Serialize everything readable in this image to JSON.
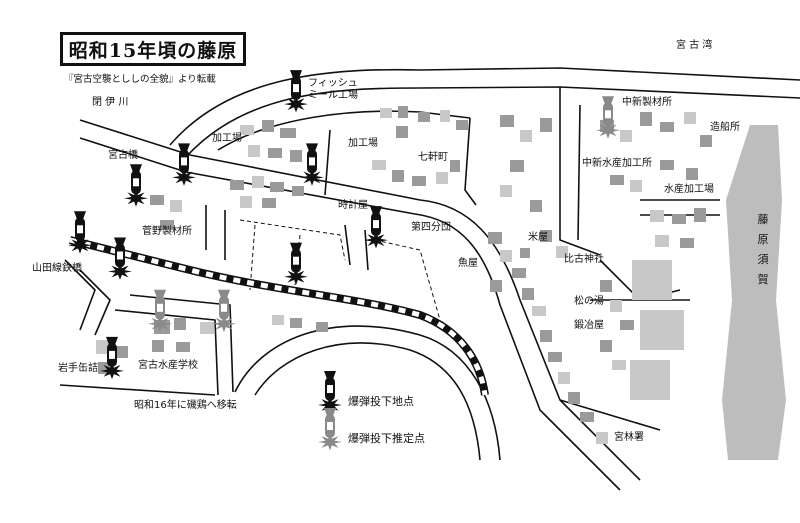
{
  "title": "昭和15年頃の藤原",
  "source_note": "『宮古空襲とししの全貌』より転載",
  "labels": {
    "miyako_bay": "宮 古 湾",
    "hei_river": "閉 伊 川",
    "fish_meal_factory": "フィッシュ\nミール工場",
    "processing_plant_1": "加工場",
    "processing_plant_2": "加工場",
    "miyako_bridge": "宮古橋",
    "shichikencho": "七軒町",
    "chushin_lumber": "中新製材所",
    "shipyard": "造船所",
    "chushin_marine": "中新水産加工所",
    "marine_plant": "水産加工場",
    "watchmaker": "時計屋",
    "fourth_squad": "第四分団",
    "sugano_lumber": "菅野製材所",
    "rice_shop": "米屋",
    "hiko_shrine": "比古神社",
    "fish_shop": "魚屋",
    "yamada_bridge": "山田線鉄橋",
    "matsu_bath": "松の湯",
    "blacksmith": "鍛冶屋",
    "iwate_post": "岩手缶詰",
    "fisheries_school": "宮古水産学校",
    "moved_note": "昭和16年に磯鶏へ移転",
    "police": "宮林署",
    "fujiwara_beach": "藤原須賀"
  },
  "legend": [
    {
      "label": "爆弾投下地点",
      "kind": "confirmed",
      "color": "#111111"
    },
    {
      "label": "爆弾投下推定点",
      "kind": "estimated",
      "color": "#8a8a8a"
    }
  ],
  "bombs": [
    {
      "kind": "confirmed",
      "lx": 0.37,
      "ly": 0.18
    },
    {
      "kind": "confirmed",
      "lx": 0.23,
      "ly": 0.32
    },
    {
      "kind": "confirmed",
      "lx": 0.39,
      "ly": 0.32
    },
    {
      "kind": "confirmed",
      "lx": 0.17,
      "ly": 0.36
    },
    {
      "kind": "confirmed",
      "lx": 0.47,
      "ly": 0.44
    },
    {
      "kind": "confirmed",
      "lx": 0.1,
      "ly": 0.45
    },
    {
      "kind": "confirmed",
      "lx": 0.15,
      "ly": 0.5
    },
    {
      "kind": "confirmed",
      "lx": 0.37,
      "ly": 0.51
    },
    {
      "kind": "confirmed",
      "lx": 0.14,
      "ly": 0.69
    },
    {
      "kind": "estimated",
      "lx": 0.76,
      "ly": 0.23
    },
    {
      "kind": "estimated",
      "lx": 0.2,
      "ly": 0.6
    },
    {
      "kind": "estimated",
      "lx": 0.28,
      "ly": 0.6
    }
  ],
  "colors": {
    "ink": "#111111",
    "building": "#9a9a9a",
    "building_light": "#c8c8c8",
    "river": "#bdbdbd",
    "estimated": "#8a8a8a"
  }
}
